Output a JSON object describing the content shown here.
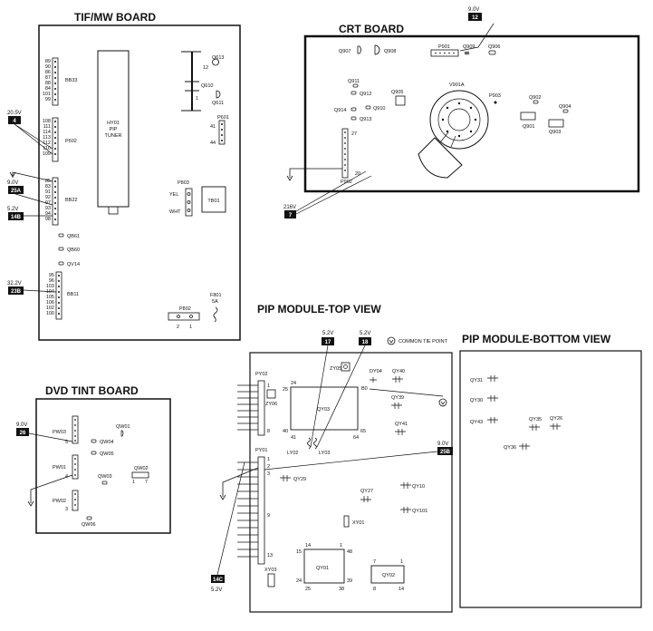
{
  "boards": {
    "tif": {
      "title": "TIF/MW BOARD",
      "bb33": "BB33",
      "bb33_pins": [
        "89",
        "90",
        "86",
        "87",
        "88",
        "84",
        "101",
        "99"
      ],
      "p602": "P602",
      "p602_pins": [
        "108",
        "111",
        "114",
        "113",
        "112",
        "110",
        "109"
      ],
      "bb22": "BB22",
      "bb22_pins": [
        "85",
        "83",
        "91",
        "92",
        "97",
        "93",
        "94",
        "98"
      ],
      "bb11": "BB11",
      "bb11_pins": [
        "95",
        "96",
        "103",
        "104",
        "105",
        "106",
        "102",
        "100"
      ],
      "hy01": [
        "HY01",
        "PIP",
        "TUNER"
      ],
      "q613": "Q613",
      "q610": "Q610",
      "q611": "Q611",
      "pin12": "12",
      "pin1": "1",
      "p601": "P601",
      "p601_a": "41",
      "p601_b": "44",
      "p803": "P803",
      "yel": "YEL",
      "wht": "WHT",
      "tb01": "TB01",
      "qb61": "QB61",
      "qb60": "QB60",
      "qv14": "QV14",
      "p802": "P802",
      "p802_a": "2",
      "p802_b": "1",
      "f801": "F801",
      "f801_rating": "5A"
    },
    "crt": {
      "title": "CRT BOARD",
      "q907": "Q907",
      "q908": "Q908",
      "p901": "P901",
      "q906": "Q906",
      "q909": "Q909",
      "q911": "Q911",
      "q912": "Q912",
      "q905": "Q905",
      "v901a": "V901A",
      "p903": "P903",
      "q902": "Q902",
      "q904": "Q904",
      "q914": "Q914",
      "q910": "Q910",
      "q913": "Q913",
      "q901": "Q901",
      "q903": "Q903",
      "p902": "P902",
      "pin27": "27",
      "pin20": "20"
    },
    "dvd": {
      "title": "DVD TINT BOARD",
      "pw03": "PW03",
      "pw03_a": "5",
      "pw01": "PW01",
      "pw01_a": "4",
      "pw02": "PW02",
      "pw02_a": "3",
      "qw01": "QW01",
      "qw04": "QW04",
      "qw05": "QW05",
      "qw03": "QW03",
      "qw02": "QW02",
      "qw02_a": "1",
      "qw02_b": "7",
      "qw06": "QW06"
    },
    "pip_top": {
      "title": "PIP MODULE-TOP VIEW",
      "common_tie": "COMMON TIE POINT",
      "py02": "PY02",
      "zy06": "ZY06",
      "py02_a": "1",
      "py02_b": "8",
      "py01": "PY01",
      "py01_pins": [
        "1",
        "2",
        "3"
      ],
      "py01_b": "9",
      "py01_c": "13",
      "zy05": "ZY05",
      "qy03": "QY03",
      "qy03_n": [
        "24",
        "25",
        "40",
        "41",
        "65",
        "64"
      ],
      "b0": "B0",
      "dy04": "DY04",
      "qy40": "QY40",
      "qy39": "QY39",
      "qy41": "QY41",
      "ly02": "LY02",
      "ly03": "LY03",
      "qy29": "QY29",
      "qy27": "QY27",
      "qy10": "QY10",
      "qy101": "QY101",
      "xy01": "XY01",
      "xy03": "XY03",
      "qy01": "QY01",
      "qy01_n": [
        "15",
        "14",
        "1",
        "48",
        "24",
        "25",
        "38",
        "39"
      ],
      "qy02": "QY02",
      "qy02_n": [
        "7",
        "1",
        "8",
        "14"
      ]
    },
    "pip_bottom": {
      "title": "PIP MODULE-BOTTOM VIEW",
      "parts": [
        "QY31",
        "QY30",
        "QY43",
        "QY35",
        "QY26",
        "QY36"
      ]
    }
  },
  "tags": {
    "t4": {
      "v": "20.5V",
      "n": "4"
    },
    "t25a": {
      "v": "9.0V",
      "n": "25A"
    },
    "t14b": {
      "v": "5.2V",
      "n": "14B"
    },
    "t23b": {
      "v": "32.2V",
      "n": "23B"
    },
    "t12": {
      "v": "9.0V",
      "n": "12"
    },
    "t7": {
      "v": "216V",
      "n": "7"
    },
    "t26": {
      "v": "9.0V",
      "n": "26"
    },
    "t17": {
      "v": "5.2V",
      "n": "17"
    },
    "t18": {
      "v": "5.2V",
      "n": "18"
    },
    "t25b": {
      "v": "9.0V",
      "n": "25B"
    },
    "t14c": {
      "v": "5.2V",
      "n": "14C"
    }
  },
  "colors": {
    "ink": "#111111",
    "paper": "#ffffff"
  }
}
